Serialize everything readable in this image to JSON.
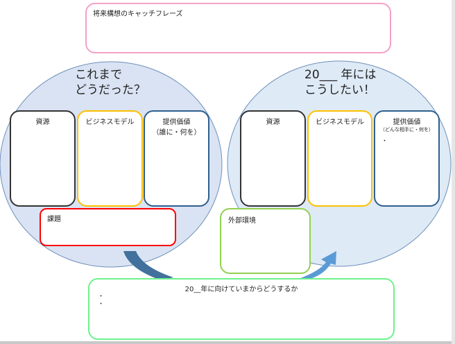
{
  "catchphrase": {
    "label": "将来構想のキャッチフレーズ"
  },
  "past": {
    "title_line1": "これまで",
    "title_line2": "どうだった？",
    "resources": "資源",
    "business_model": "ビジネスモデル",
    "value": "提供価値",
    "value_sub": "（誰に・何を）",
    "issues": "課題"
  },
  "future": {
    "title_line1": "20___ 年には",
    "title_line2": "こうしたい！",
    "resources": "資源",
    "business_model": "ビジネスモデル",
    "value": "提供価値",
    "value_sub": "（どんな相手に・何を）",
    "value_bullet": "・"
  },
  "external": {
    "label": "外部環境"
  },
  "action": {
    "label": "20__年に向けていまからどうするか",
    "bullets": [
      "・",
      "・"
    ]
  },
  "colors": {
    "pink": "#f4a0c8",
    "black": "#333333",
    "orange": "#ffc000",
    "blue": "#2e5f8e",
    "red": "#ff0000",
    "green": "#92d050",
    "lightgreen": "#6cf28c",
    "arrow": "#4a7fb5"
  }
}
